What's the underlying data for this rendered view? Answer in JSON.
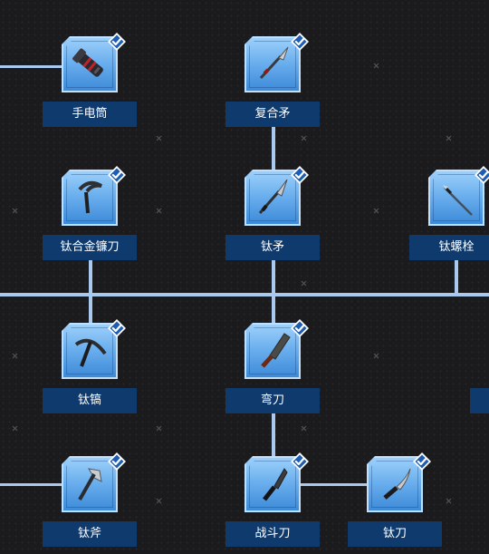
{
  "colors": {
    "background": "#1b1b1e",
    "connector": "#a9c9ee",
    "tile_light": "#9dd0fb",
    "tile_dark": "#3d8ad8",
    "label_bg": "#0f3a6e",
    "check_bg": "#1d5db3"
  },
  "nodes": [
    {
      "id": "flashlight",
      "label": "手电筒",
      "icon": "flashlight-icon",
      "unlocked": true
    },
    {
      "id": "composite-spear",
      "label": "复合矛",
      "icon": "spear-icon",
      "unlocked": true
    },
    {
      "id": "titanium-sickle",
      "label": "钛合金镰刀",
      "icon": "sickle-icon",
      "unlocked": true
    },
    {
      "id": "titanium-spear",
      "label": "钛矛",
      "icon": "spear-icon",
      "unlocked": true
    },
    {
      "id": "titanium-bolt",
      "label": "钛螺栓",
      "icon": "bolt-icon",
      "unlocked": true
    },
    {
      "id": "titanium-pickaxe",
      "label": "钛镐",
      "icon": "pickaxe-icon",
      "unlocked": true
    },
    {
      "id": "machete",
      "label": "弯刀",
      "icon": "machete-icon",
      "unlocked": true
    },
    {
      "id": "titanium-axe",
      "label": "钛斧",
      "icon": "axe-icon",
      "unlocked": true
    },
    {
      "id": "combat-knife",
      "label": "战斗刀",
      "icon": "combat-knife-icon",
      "unlocked": true
    },
    {
      "id": "titanium-knife",
      "label": "钛刀",
      "icon": "knife-icon",
      "unlocked": true
    }
  ]
}
